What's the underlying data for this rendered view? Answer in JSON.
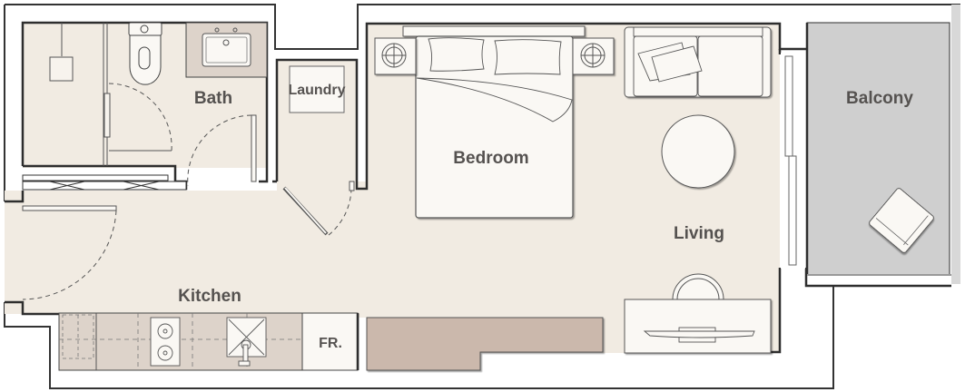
{
  "plan": {
    "type": "studio-apartment-floor-plan",
    "rooms": [
      {
        "id": "bath",
        "label": "Bath"
      },
      {
        "id": "laundry",
        "label": "Laundry"
      },
      {
        "id": "bedroom",
        "label": "Bedroom"
      },
      {
        "id": "living",
        "label": "Living"
      },
      {
        "id": "kitchen",
        "label": "Kitchen"
      },
      {
        "id": "balcony",
        "label": "Balcony"
      }
    ],
    "fixtures": {
      "fridge_label": "FR."
    },
    "colors": {
      "floor": "#f1ebe2",
      "wall": "#2e2e2e",
      "furniture": "#faf8f4",
      "counter": "#ddd3ca",
      "cabinet": "#cbb8ac",
      "balcony": "#cfcfcf",
      "label": "#555250"
    }
  }
}
